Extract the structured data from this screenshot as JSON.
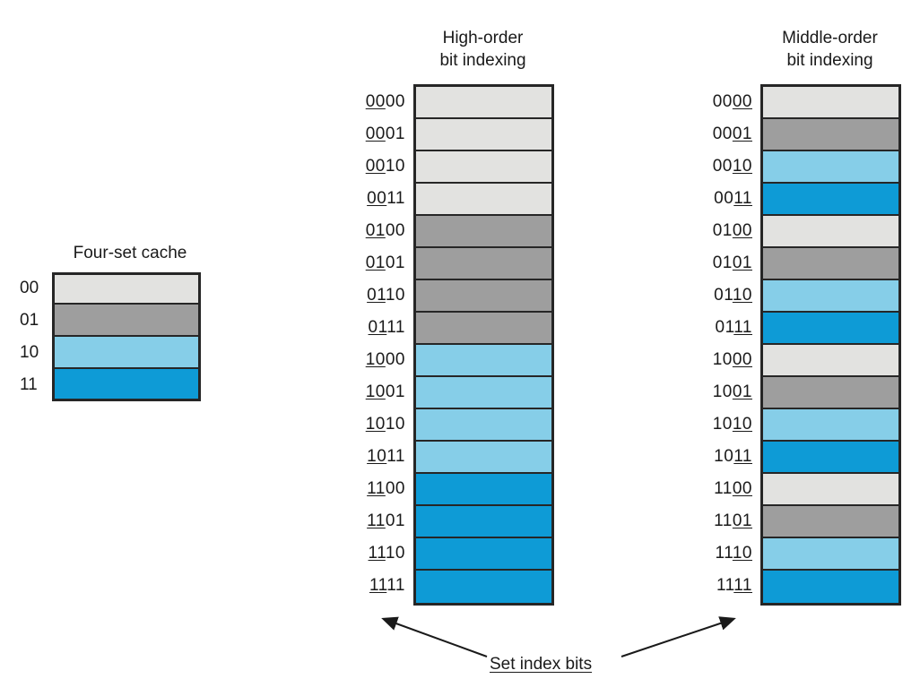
{
  "colors": {
    "set00": "#e2e2e0",
    "set01": "#9e9e9e",
    "set10": "#86cee8",
    "set11": "#0e9bd6",
    "outline": "#262626",
    "background": "#ffffff"
  },
  "legend": {
    "title": "Four-set cache",
    "rows": [
      {
        "label": "00",
        "color": "#e2e2e0"
      },
      {
        "label": "01",
        "color": "#9e9e9e"
      },
      {
        "label": "10",
        "color": "#86cee8"
      },
      {
        "label": "11",
        "color": "#0e9bd6"
      }
    ]
  },
  "columns": [
    {
      "id": "high",
      "title_line1": "High-order",
      "title_line2": "bit indexing",
      "underline_start": 0,
      "underline_end": 2,
      "rows": [
        {
          "bits": "0000",
          "color": "#e2e2e0"
        },
        {
          "bits": "0001",
          "color": "#e2e2e0"
        },
        {
          "bits": "0010",
          "color": "#e2e2e0"
        },
        {
          "bits": "0011",
          "color": "#e2e2e0"
        },
        {
          "bits": "0100",
          "color": "#9e9e9e"
        },
        {
          "bits": "0101",
          "color": "#9e9e9e"
        },
        {
          "bits": "0110",
          "color": "#9e9e9e"
        },
        {
          "bits": "0111",
          "color": "#9e9e9e"
        },
        {
          "bits": "1000",
          "color": "#86cee8"
        },
        {
          "bits": "1001",
          "color": "#86cee8"
        },
        {
          "bits": "1010",
          "color": "#86cee8"
        },
        {
          "bits": "1011",
          "color": "#86cee8"
        },
        {
          "bits": "1100",
          "color": "#0e9bd6"
        },
        {
          "bits": "1101",
          "color": "#0e9bd6"
        },
        {
          "bits": "1110",
          "color": "#0e9bd6"
        },
        {
          "bits": "1111",
          "color": "#0e9bd6"
        }
      ]
    },
    {
      "id": "middle",
      "title_line1": "Middle-order",
      "title_line2": "bit indexing",
      "underline_start": 2,
      "underline_end": 4,
      "rows": [
        {
          "bits": "0000",
          "color": "#e2e2e0"
        },
        {
          "bits": "0001",
          "color": "#9e9e9e"
        },
        {
          "bits": "0010",
          "color": "#86cee8"
        },
        {
          "bits": "0011",
          "color": "#0e9bd6"
        },
        {
          "bits": "0100",
          "color": "#e2e2e0"
        },
        {
          "bits": "0101",
          "color": "#9e9e9e"
        },
        {
          "bits": "0110",
          "color": "#86cee8"
        },
        {
          "bits": "0111",
          "color": "#0e9bd6"
        },
        {
          "bits": "1000",
          "color": "#e2e2e0"
        },
        {
          "bits": "1001",
          "color": "#9e9e9e"
        },
        {
          "bits": "1010",
          "color": "#86cee8"
        },
        {
          "bits": "1011",
          "color": "#0e9bd6"
        },
        {
          "bits": "1100",
          "color": "#e2e2e0"
        },
        {
          "bits": "1101",
          "color": "#9e9e9e"
        },
        {
          "bits": "1110",
          "color": "#86cee8"
        },
        {
          "bits": "1111",
          "color": "#0e9bd6"
        }
      ]
    }
  ],
  "annotation": {
    "label": "Set index bits"
  }
}
